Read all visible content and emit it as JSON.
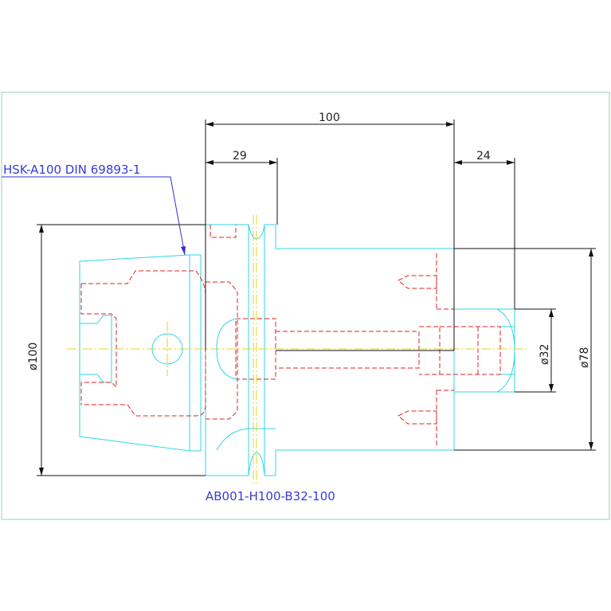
{
  "labels": {
    "taper_spec": "HSK-A100 DIN 69893-1",
    "part_number": "AB001-H100-B32-100"
  },
  "dimensions": {
    "overall_length": "100",
    "flange_offset": "29",
    "end_step": "24",
    "flange_diameter": "ø100",
    "body_diameter": "ø78",
    "bore_diameter": "ø32"
  },
  "colors": {
    "outline": "#2fd6e6",
    "hidden": "#e02020",
    "centerline": "#e8d020",
    "dimension": "#111111",
    "leader": "#3030d0"
  }
}
